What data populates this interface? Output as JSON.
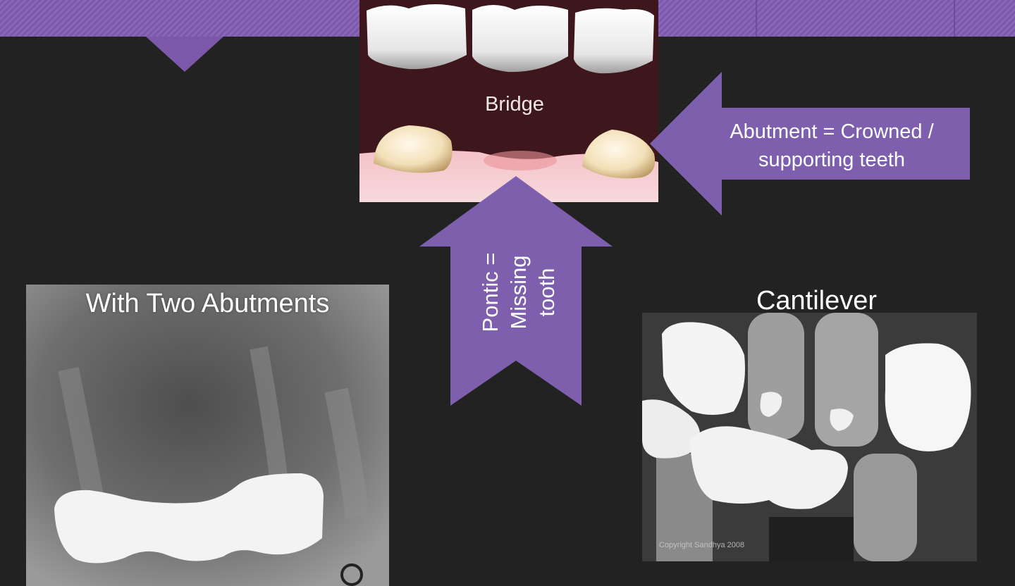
{
  "slide": {
    "bridge_label": "Bridge",
    "abutment_line1": "Abutment = Crowned /",
    "abutment_line2": "supporting teeth",
    "pontic_line1": "Pontic =",
    "pontic_line2": "Missing",
    "pontic_line3": "tooth",
    "xray_left_title": "With Two Abutments",
    "xray_right_title": "Cantilever",
    "copyright": "Copyright Sandhya 2008"
  },
  "colors": {
    "background": "#232222",
    "accent_purple": "#7d5fae",
    "bridge_backdrop": "#3e171c"
  },
  "icons": [
    "left-arrow-shape",
    "up-arrow-shape"
  ]
}
